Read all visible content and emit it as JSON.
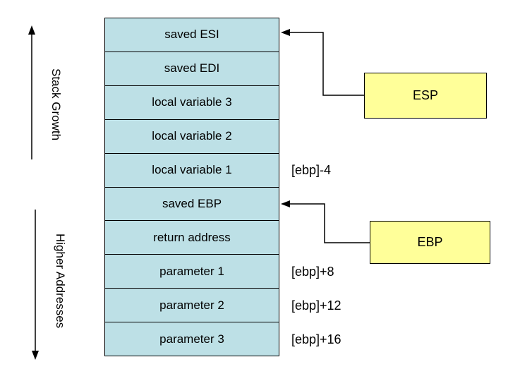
{
  "diagram": {
    "stack": {
      "cells": [
        "saved ESI",
        "saved EDI",
        "local variable 3",
        "local variable 2",
        "local variable 1",
        "saved EBP",
        "return address",
        "parameter 1",
        "parameter 2",
        "parameter 3"
      ]
    },
    "annotations": [
      {
        "text": "[ebp]-4"
      },
      {
        "text": "[ebp]+8"
      },
      {
        "text": "[ebp]+12"
      },
      {
        "text": "[ebp]+16"
      }
    ],
    "registers": [
      {
        "label": "ESP"
      },
      {
        "label": "EBP"
      }
    ],
    "side_labels": {
      "stack_growth": "Stack Growth",
      "higher_addresses": "Higher Addresses"
    },
    "colors": {
      "cell_fill": "#BDE0E6",
      "register_fill": "#FFFF99",
      "line": "#000000",
      "background": "#FFFFFF"
    }
  }
}
